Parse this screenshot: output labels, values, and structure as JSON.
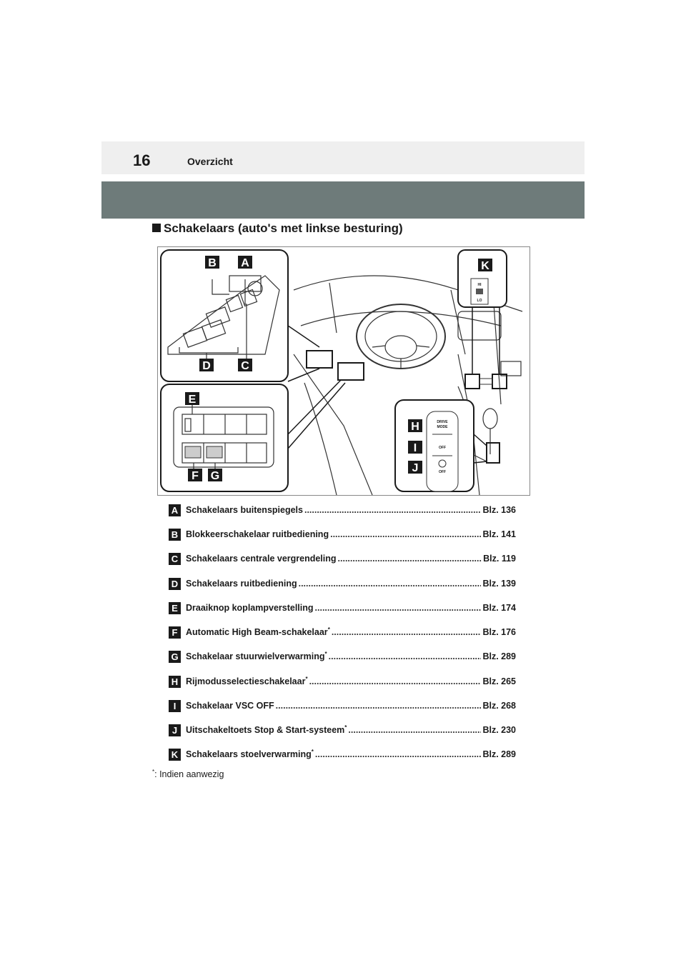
{
  "header": {
    "page_number": "16",
    "section": "Overzicht"
  },
  "heading": "Schakelaars (auto's met linkse besturing)",
  "figure": {
    "callouts": [
      "A",
      "B",
      "C",
      "D",
      "E",
      "F",
      "G",
      "H",
      "I",
      "J",
      "K"
    ],
    "panel_text": {
      "hi": "HI",
      "lo": "LO",
      "drive_mode_1": "DRIVE",
      "drive_mode_2": "MODE",
      "off": "OFF"
    }
  },
  "items": [
    {
      "letter": "A",
      "label": "Schakelaars buitenspiegels",
      "page": "Blz. 136"
    },
    {
      "letter": "B",
      "label": "Blokkeerschakelaar ruitbediening",
      "page": "Blz. 141"
    },
    {
      "letter": "C",
      "label": "Schakelaars centrale vergrendeling",
      "page": "Blz. 119"
    },
    {
      "letter": "D",
      "label": "Schakelaars ruitbediening",
      "page": "Blz. 139"
    },
    {
      "letter": "E",
      "label": "Draaiknop koplampverstelling",
      "page": "Blz. 174"
    },
    {
      "letter": "F",
      "label": "Automatic High Beam-schakelaar",
      "asterisk": "*",
      "page": "Blz. 176"
    },
    {
      "letter": "G",
      "label": "Schakelaar stuurwielverwarming",
      "asterisk": "*",
      "page": "Blz. 289"
    },
    {
      "letter": "H",
      "label": "Rijmodusselectieschakelaar",
      "asterisk": "*",
      "page": "Blz. 265"
    },
    {
      "letter": "I",
      "label": "Schakelaar VSC OFF",
      "page": "Blz. 268"
    },
    {
      "letter": "J",
      "label": "Uitschakeltoets Stop & Start-systeem",
      "asterisk": "*",
      "page": "Blz. 230"
    },
    {
      "letter": "K",
      "label": "Schakelaars stoelverwarming",
      "asterisk": "*",
      "page": "Blz. 289"
    }
  ],
  "footnote": {
    "marker": "*",
    "text": ": Indien aanwezig"
  }
}
